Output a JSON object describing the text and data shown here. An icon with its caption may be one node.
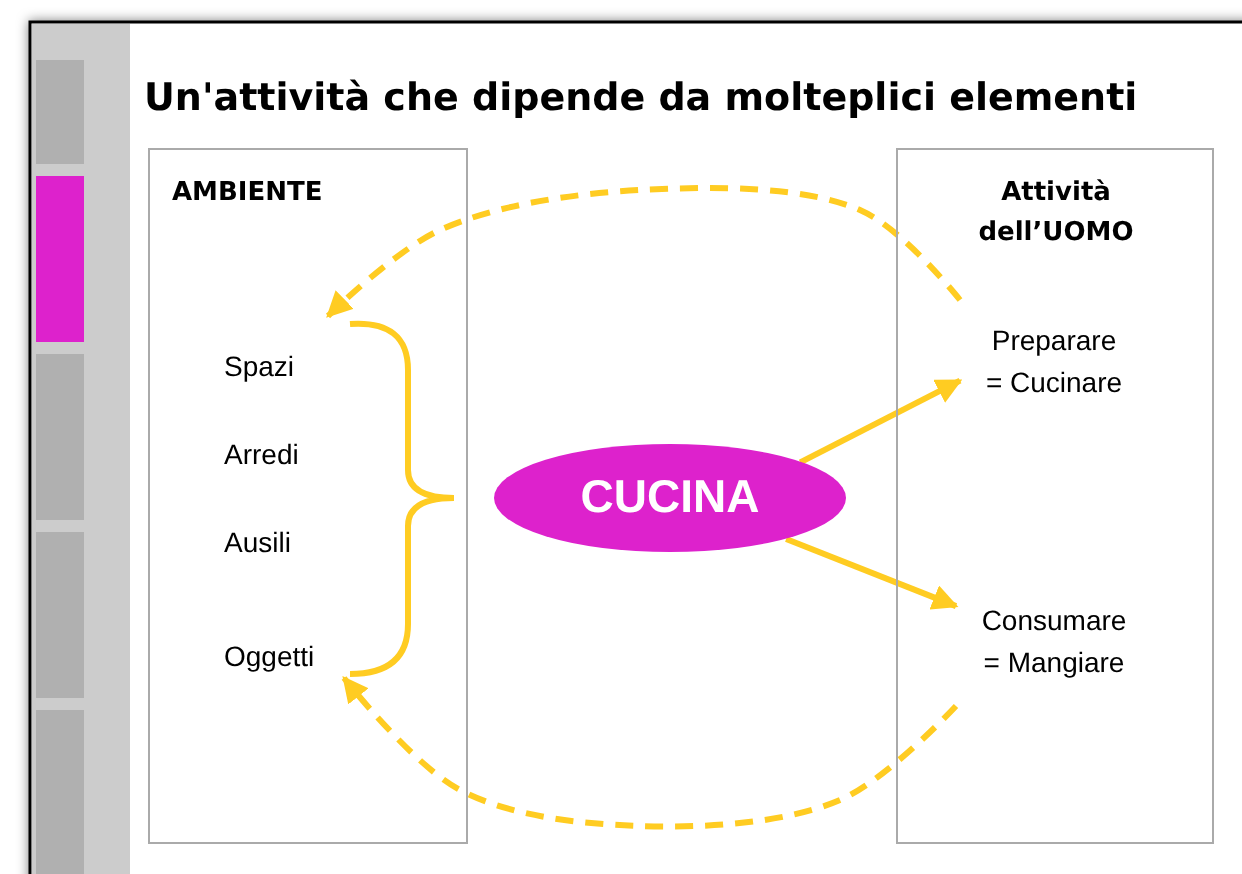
{
  "diagram": {
    "title": "Un'attività che dipende da molteplici elementi",
    "nodes": [
      {
        "text": [
          "AMBIENTE"
        ]
      },
      {
        "text": [
          "Attività dell’UOMO"
        ]
      },
      {
        "text": [
          "Spazi"
        ],
        "in": 0
      },
      {
        "text": [
          "Arredi"
        ],
        "in": 0
      },
      {
        "text": [
          "Ausili"
        ],
        "in": 0
      },
      {
        "text": [
          "Oggetti"
        ],
        "in": 0
      },
      {
        "text": [
          "Preparare = Cucinare"
        ],
        "in": 1
      },
      {
        "text": [
          "Consumare = Mangiare"
        ],
        "in": 1
      },
      {
        "text": [
          "CUCINA"
        ]
      }
    ],
    "edges": [
      {
        "from": 8,
        "to": 6,
        "arrow": "to"
      },
      {
        "from": 8,
        "to": 7,
        "arrow": "to"
      },
      {
        "from": 6,
        "to": 2,
        "arrow": "to",
        "style": "dashed"
      },
      {
        "from": 7,
        "to": 5,
        "arrow": "to",
        "style": "dashed"
      }
    ]
  }
}
